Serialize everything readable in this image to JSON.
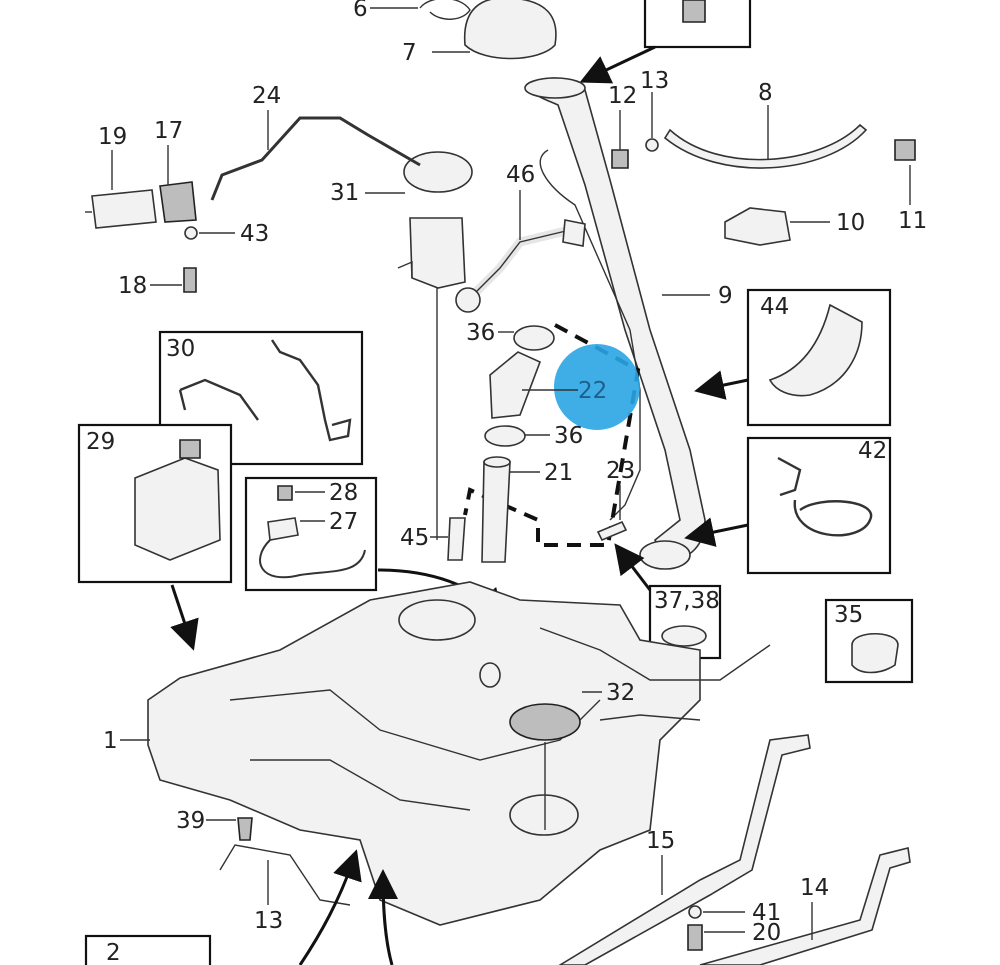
{
  "callouts": {
    "c1": "1",
    "c2": "2",
    "c6": "6",
    "c7": "7",
    "c8": "8",
    "c9": "9",
    "c10": "10",
    "c11": "11",
    "c12": "12",
    "c13a": "13",
    "c13b": "13",
    "c14": "14",
    "c15": "15",
    "c17": "17",
    "c18": "18",
    "c19": "19",
    "c20": "20",
    "c21": "21",
    "c22": "22",
    "c23": "23",
    "c24": "24",
    "c27": "27",
    "c28": "28",
    "c29": "29",
    "c30": "30",
    "c31": "31",
    "c32": "32",
    "c35": "35",
    "c36a": "36",
    "c36b": "36",
    "c3738": "37,38",
    "c39": "39",
    "c41": "41",
    "c42": "42",
    "c43": "43",
    "c44": "44",
    "c45": "45",
    "c46": "46"
  },
  "highlight": {
    "label": "22",
    "color": "#2aa5e4"
  }
}
